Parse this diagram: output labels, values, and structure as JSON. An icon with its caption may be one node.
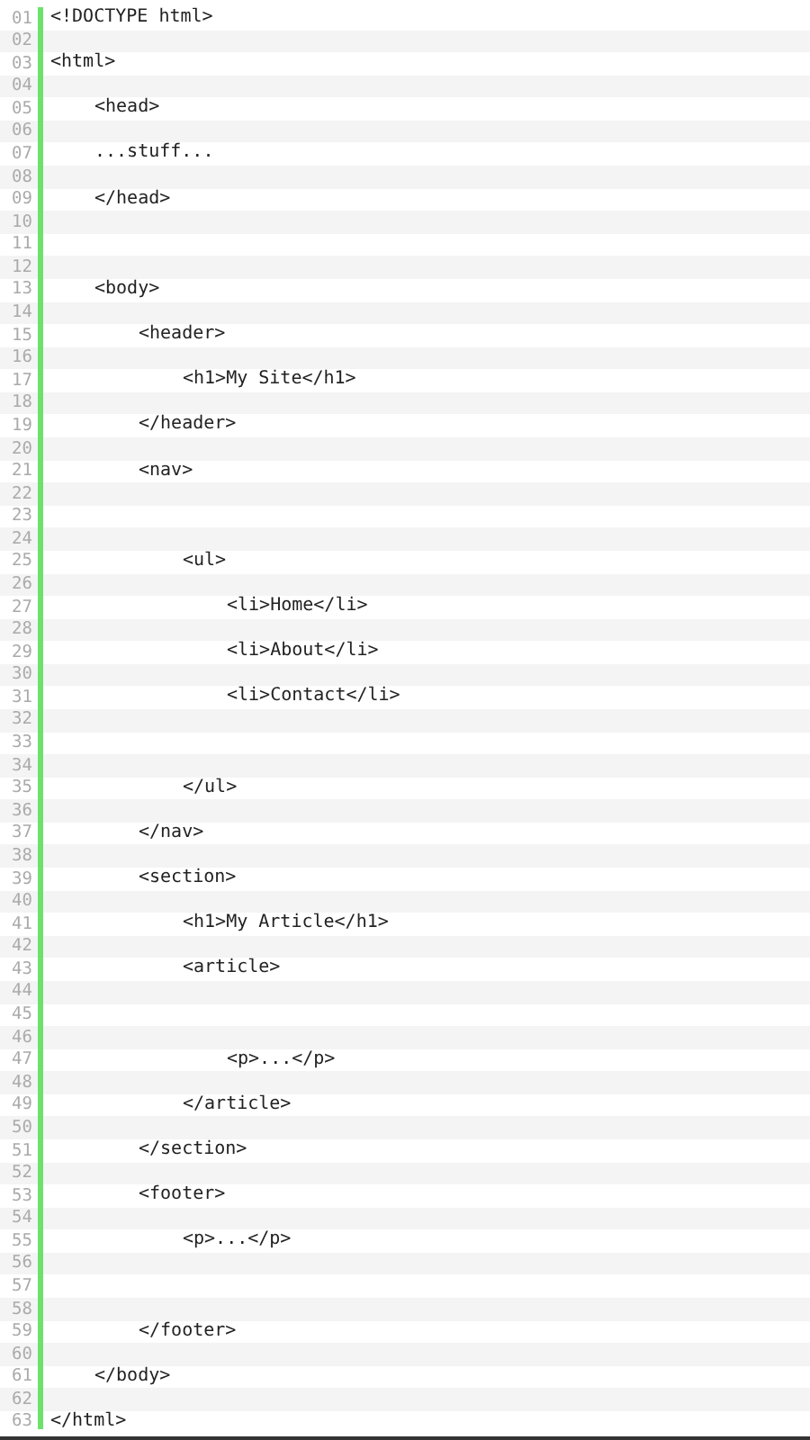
{
  "diagram": {
    "labels": [
      "01",
      "<!DOCTYPE html>",
      "02",
      "03",
      "<html>",
      "04",
      "05",
      "<head>",
      "06",
      "07",
      "...stuff...",
      "08",
      "09",
      "</head>",
      "10",
      "11",
      "12",
      "13",
      "<body>",
      "14",
      "15",
      "<header>",
      "16",
      "17",
      "<h1>My Site</h1>",
      "18",
      "19",
      "</header>",
      "20",
      "21",
      "<nav>",
      "22",
      "23",
      "24",
      "25",
      "<ul>",
      "26",
      "27",
      "<li>Home</li>",
      "28",
      "29",
      "<li>About</li>",
      "30",
      "31",
      "<li>Contact</li>",
      "32",
      "33",
      "34",
      "35",
      "</ul>",
      "36",
      "37",
      "</nav>",
      "38",
      "39",
      "<section>",
      "40",
      "41",
      "<h1>My Article</h1>",
      "42",
      "43",
      "<article>",
      "44",
      "45",
      "46",
      "47",
      "<p>...</p>",
      "48",
      "49",
      "</article>",
      "50",
      "51",
      "</section>",
      "52",
      "53",
      "<footer>",
      "54",
      "55",
      "<p>...</p>",
      "56",
      "57",
      "58",
      "59",
      "</footer>",
      "60",
      "61",
      "</body>",
      "62",
      "63",
      "</html>"
    ]
  }
}
